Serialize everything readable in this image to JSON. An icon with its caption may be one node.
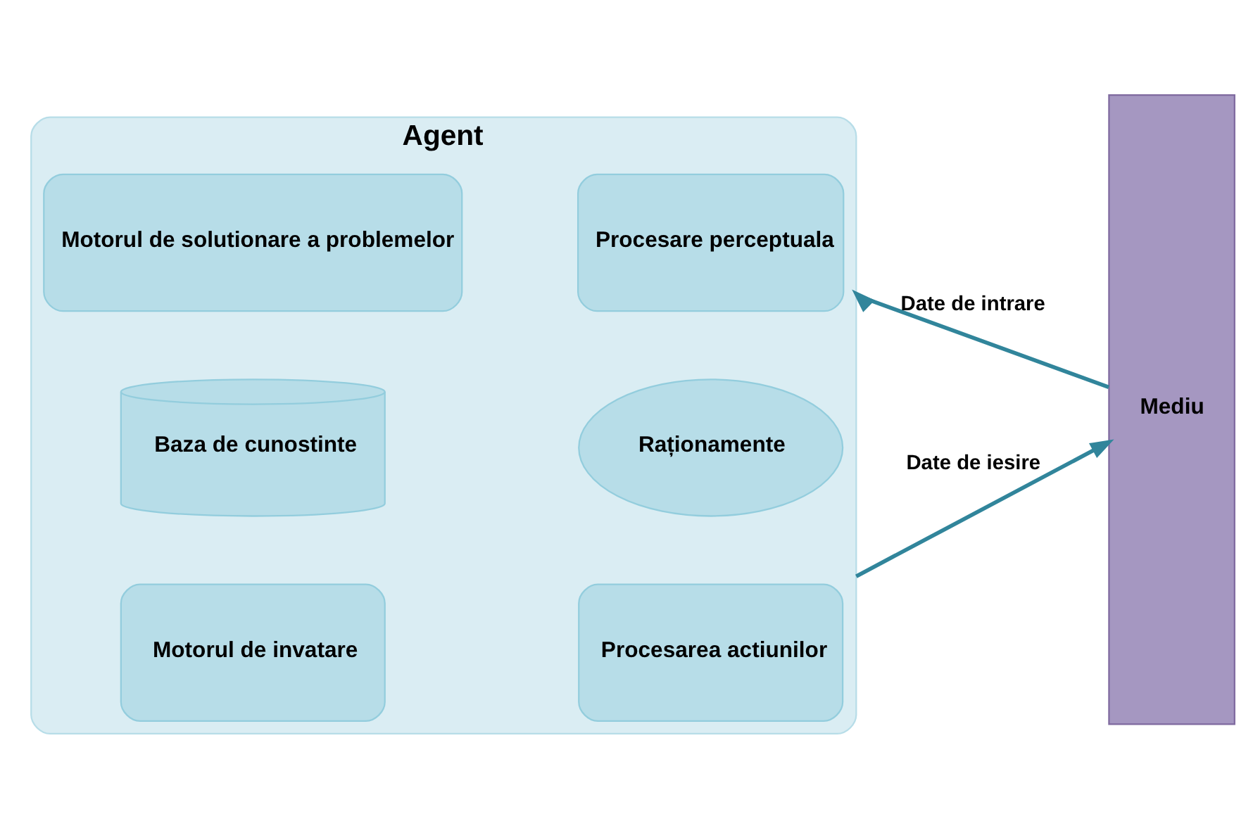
{
  "diagram": {
    "nodes": [
      {
        "text": [
          "Agent"
        ]
      },
      {
        "text": [
          "Motorul de solutionare a problemelor"
        ],
        "in": 0
      },
      {
        "text": [
          "Procesare perceptuala"
        ],
        "in": 0
      },
      {
        "text": [
          "Baza de cunostinte"
        ],
        "in": 0
      },
      {
        "text": [
          "Raționamente"
        ],
        "in": 0
      },
      {
        "text": [
          "Motorul de invatare"
        ],
        "in": 0
      },
      {
        "text": [
          "Procesarea actiunilor"
        ],
        "in": 0
      },
      {
        "text": [
          "Mediu"
        ]
      }
    ],
    "edges": [
      {
        "from": 7,
        "to": 0,
        "arrow": "to",
        "label": "Date de intrare"
      },
      {
        "from": 0,
        "to": 7,
        "arrow": "to",
        "label": "Date de iesire"
      }
    ]
  }
}
